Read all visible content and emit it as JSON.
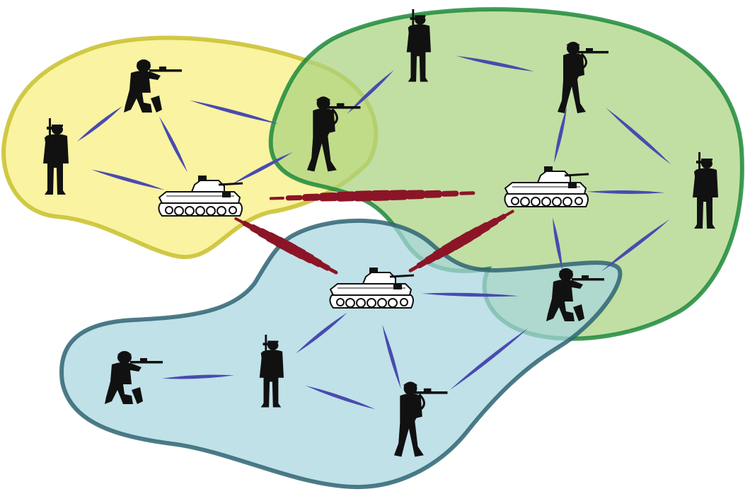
{
  "diagram": {
    "colors": {
      "yellow_fill": "#f7ee7e",
      "yellow_stroke": "#c9bf2d",
      "green_fill": "#a9d37f",
      "green_stroke": "#1e8a3c",
      "blue_fill": "#a8d6df",
      "blue_stroke": "#2f6473",
      "soldier_link": "#4a4ab0",
      "tank_link": "#8b1527",
      "silhouette": "#111111"
    },
    "groups": [
      {
        "name": "yellow-group",
        "color": "yellow"
      },
      {
        "name": "green-group",
        "color": "green"
      },
      {
        "name": "blue-group",
        "color": "blue"
      }
    ],
    "units": [
      {
        "id": "y-tank",
        "icon": "tank-icon"
      },
      {
        "id": "y-soldier-standing",
        "icon": "standing-soldier-icon"
      },
      {
        "id": "y-soldier-kneeling",
        "icon": "kneeling-rifleman-icon"
      },
      {
        "id": "shared-soldier-aiming-1",
        "icon": "aiming-rifleman-icon"
      },
      {
        "id": "g-soldier-standing-1",
        "icon": "standing-soldier-icon"
      },
      {
        "id": "g-soldier-aiming",
        "icon": "aiming-rifleman-icon"
      },
      {
        "id": "g-tank",
        "icon": "tank-icon"
      },
      {
        "id": "g-soldier-standing-2",
        "icon": "standing-soldier-icon"
      },
      {
        "id": "shared-soldier-kneeling",
        "icon": "kneeling-rifleman-icon"
      },
      {
        "id": "b-tank",
        "icon": "tank-icon"
      },
      {
        "id": "b-soldier-kneeling",
        "icon": "kneeling-rifleman-icon"
      },
      {
        "id": "b-soldier-standing",
        "icon": "standing-soldier-icon"
      },
      {
        "id": "b-soldier-aiming",
        "icon": "aiming-rifleman-icon"
      }
    ],
    "links": [
      [
        "y-soldier-standing",
        "y-soldier-kneeling",
        "soldier"
      ],
      [
        "y-soldier-standing",
        "y-tank",
        "soldier"
      ],
      [
        "y-soldier-kneeling",
        "y-tank",
        "soldier"
      ],
      [
        "y-soldier-kneeling",
        "shared-soldier-aiming-1",
        "soldier"
      ],
      [
        "y-tank",
        "shared-soldier-aiming-1",
        "soldier"
      ],
      [
        "shared-soldier-aiming-1",
        "g-soldier-standing-1",
        "soldier"
      ],
      [
        "g-soldier-standing-1",
        "g-soldier-aiming",
        "soldier"
      ],
      [
        "g-soldier-aiming",
        "g-tank",
        "soldier"
      ],
      [
        "g-soldier-aiming",
        "g-soldier-standing-2",
        "soldier"
      ],
      [
        "g-tank",
        "g-soldier-standing-2",
        "soldier"
      ],
      [
        "g-tank",
        "shared-soldier-kneeling",
        "soldier"
      ],
      [
        "g-soldier-standing-2",
        "shared-soldier-kneeling",
        "soldier"
      ],
      [
        "b-tank",
        "shared-soldier-kneeling",
        "soldier"
      ],
      [
        "b-tank",
        "b-soldier-standing",
        "soldier"
      ],
      [
        "b-tank",
        "b-soldier-aiming",
        "soldier"
      ],
      [
        "b-soldier-kneeling",
        "b-soldier-standing",
        "soldier"
      ],
      [
        "b-soldier-standing",
        "b-soldier-aiming",
        "soldier"
      ],
      [
        "b-soldier-aiming",
        "shared-soldier-kneeling",
        "soldier"
      ],
      [
        "y-tank",
        "g-tank",
        "tank"
      ],
      [
        "y-tank",
        "b-tank",
        "tank"
      ],
      [
        "g-tank",
        "b-tank",
        "tank"
      ]
    ]
  }
}
